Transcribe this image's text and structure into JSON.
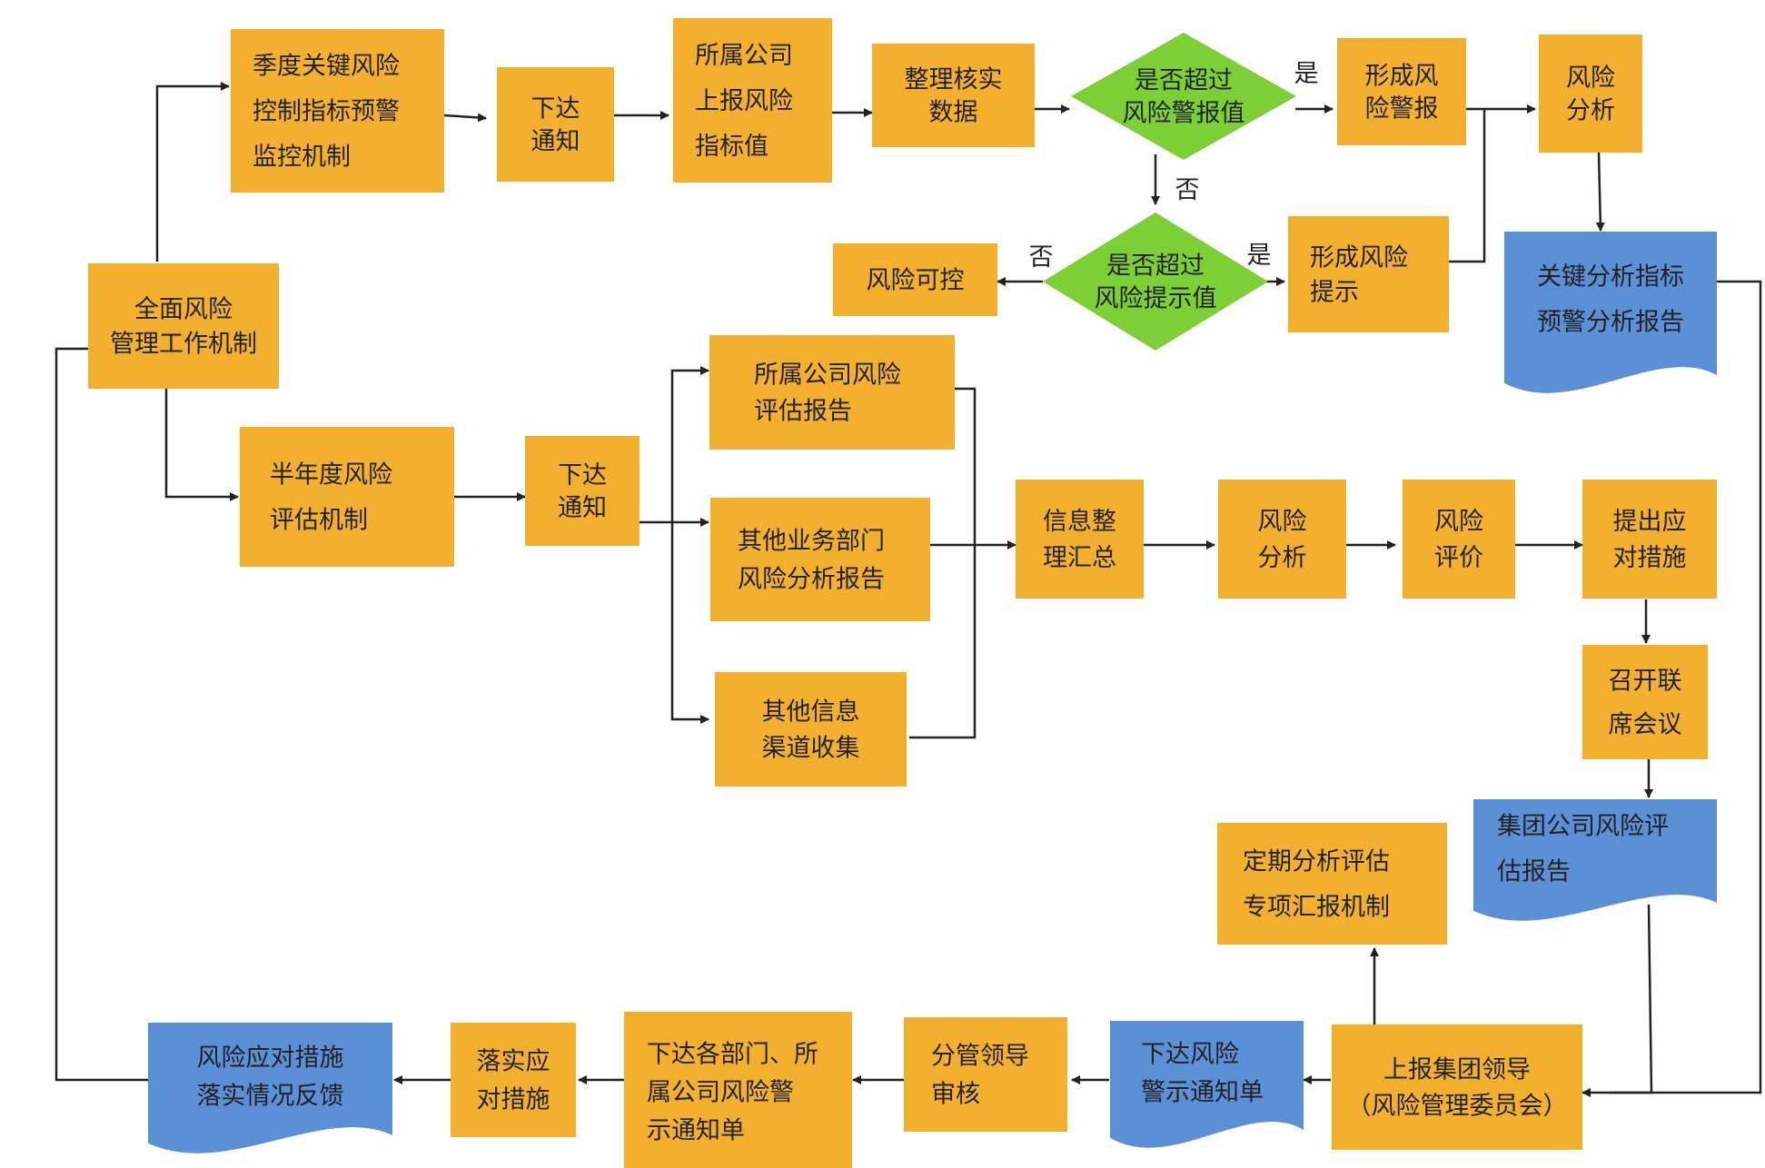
{
  "nodes": {
    "quarterly": [
      "季度关键风险",
      "控制指标预警",
      "监控机制"
    ],
    "notify1": [
      "下达",
      "通知"
    ],
    "subsidiary_report": [
      "所属公司",
      "上报风险",
      "指标值"
    ],
    "verify": [
      "整理核实",
      "数据"
    ],
    "decision_warn": [
      "是否超过",
      "风险警报值"
    ],
    "form_warning": [
      "形成风",
      "险警报"
    ],
    "analysis_top": [
      "风险",
      "分析"
    ],
    "key_report": [
      "关键分析指标",
      "预警分析报告"
    ],
    "decision_hint": [
      "是否超过",
      "风险提示值"
    ],
    "form_hint": [
      "形成风险",
      "提示"
    ],
    "controllable": [
      "风险可控"
    ],
    "overall": [
      "全面风险",
      "管理工作机制"
    ],
    "halfyear": [
      "半年度风险",
      "评估机制"
    ],
    "notify2": [
      "下达",
      "通知"
    ],
    "sub_assess": [
      "所属公司风险",
      "评估报告"
    ],
    "other_dept": [
      "其他业务部门",
      "风险分析报告"
    ],
    "other_info": [
      "其他信息",
      "渠道收集"
    ],
    "collect": [
      "信息整",
      "理汇总"
    ],
    "analysis_mid": [
      "风险",
      "分析"
    ],
    "evaluate": [
      "风险",
      "评价"
    ],
    "measures": [
      "提出应",
      "对措施"
    ],
    "meeting": [
      "召开联",
      "席会议"
    ],
    "group_report": [
      "集团公司风险评",
      "估报告"
    ],
    "periodic": [
      "定期分析评估",
      "专项汇报机制"
    ],
    "report_leader": [
      "上报集团领导",
      "（风险管理委员会）"
    ],
    "issue_notice": [
      "下达风险",
      "警示通知单"
    ],
    "leader_review": [
      "分管领导",
      "审核"
    ],
    "dept_notice": [
      "下达各部门、所",
      "属公司风险警",
      "示通知单"
    ],
    "implement": [
      "落实应",
      "对措施"
    ],
    "feedback": [
      "风险应对措施",
      "落实情况反馈"
    ]
  },
  "edge_labels": {
    "yes_warn": "是",
    "no_warn": "否",
    "yes_hint": "是",
    "no_hint": "否"
  },
  "colors": {
    "process": "#f3b02f",
    "document": "#5b8fd6",
    "decision": "#7ccf35",
    "line": "#222222"
  }
}
